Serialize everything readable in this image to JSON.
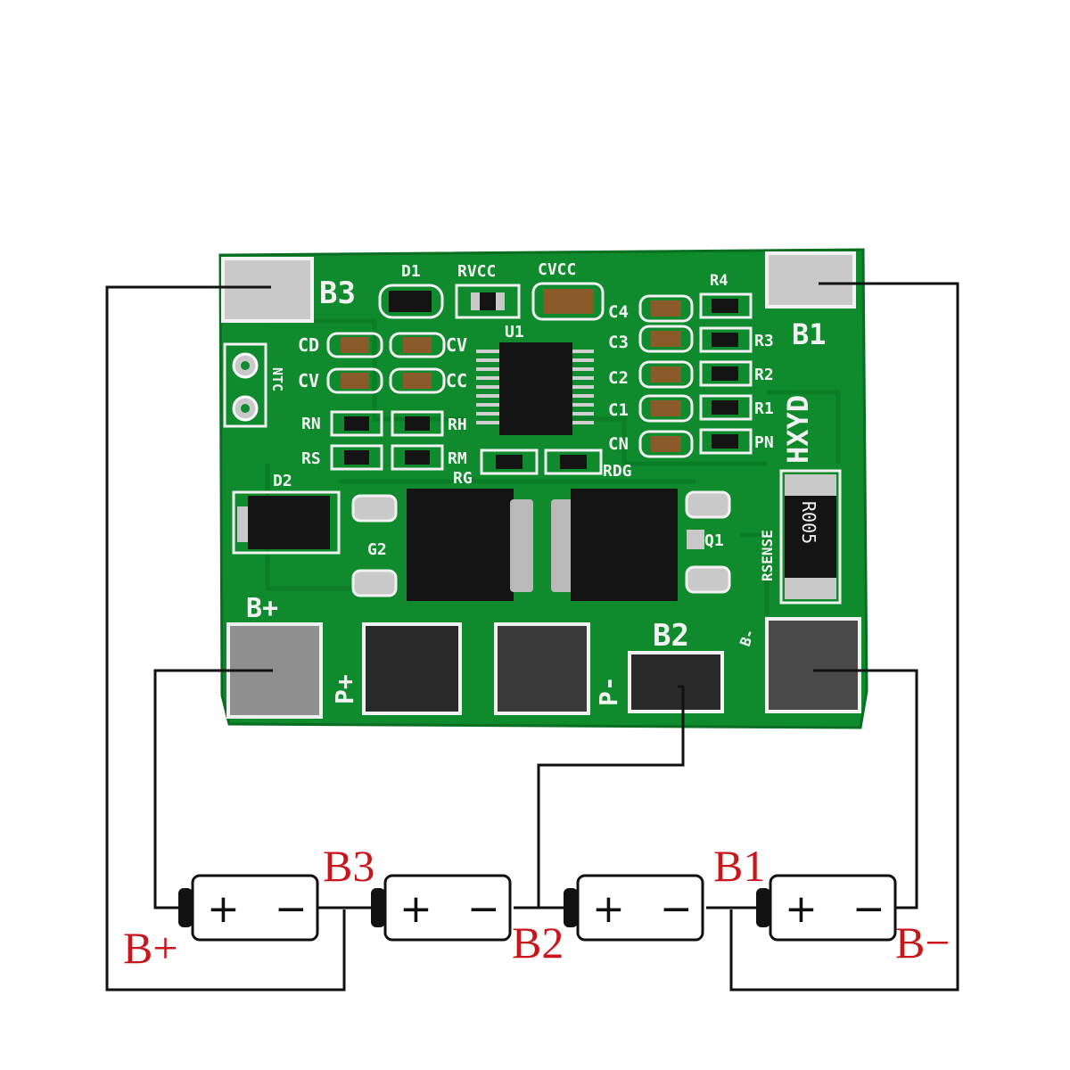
{
  "colors": {
    "board": "#0f8a2c",
    "board_dark": "#0a6e22",
    "silk": "#f2f2f2",
    "pad": "#c9c9c9",
    "chip": "#141414",
    "wire": "#111111",
    "label_red": "#c8161d"
  },
  "board": {
    "pad_labels": {
      "b3": "B3",
      "b1": "B1",
      "b2": "B2",
      "b_minus_small": "B-",
      "b_plus": "B+",
      "p_plus": "P+",
      "p_minus": "P-"
    },
    "brand": "HXYD",
    "ntc": "NTC",
    "components": {
      "d1": "D1",
      "rvcc": "RVCC",
      "cvcc": "CVCC",
      "u1": "U1",
      "r4": "R4",
      "r3": "R3",
      "r2": "R2",
      "r1": "R1",
      "pn": "PN",
      "c4": "C4",
      "c3": "C3",
      "c2": "C2",
      "c1": "C1",
      "cn": "CN",
      "cd": "CD",
      "cv_left": "CV",
      "cv_right": "CV",
      "cc": "CC",
      "rn": "RN",
      "rh": "RH",
      "rs": "RS",
      "rm": "RM",
      "rg": "RG",
      "rdg": "RDG",
      "d2": "D2",
      "g2": "G2",
      "q1": "Q1",
      "rsense": "RSENSE",
      "shunt_marking": "R005"
    }
  },
  "diagram": {
    "terminals": {
      "b_plus": "B+",
      "b3": "B3",
      "b2": "B2",
      "b1": "B1",
      "b_minus": "B−"
    },
    "cells": [
      {
        "plus": "+",
        "minus": "−"
      },
      {
        "plus": "+",
        "minus": "−"
      },
      {
        "plus": "+",
        "minus": "−"
      },
      {
        "plus": "+",
        "minus": "−"
      }
    ]
  }
}
